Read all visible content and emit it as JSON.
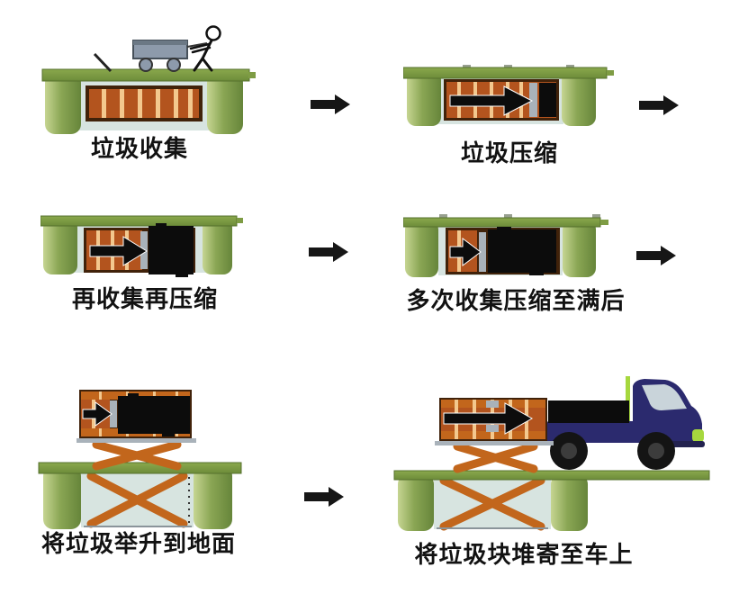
{
  "diagram": {
    "background_color": "#ffffff",
    "steps": [
      {
        "index": 1,
        "label": "垃圾收集"
      },
      {
        "index": 2,
        "label": "垃圾压缩"
      },
      {
        "index": 3,
        "label": "再收集再压缩"
      },
      {
        "index": 4,
        "label": "多次收集压缩至满后"
      },
      {
        "index": 5,
        "label": "将垃圾举升到地面"
      },
      {
        "index": 6,
        "label": "将垃圾块堆寄至车上"
      }
    ],
    "flow_arrow_count": 5,
    "colors": {
      "background": "#ffffff",
      "slab_green": "#7e9c44",
      "slab_edge": "#55702c",
      "post_green_light": "#c6d592",
      "post_green_mid": "#8aa654",
      "post_green_dark": "#66853a",
      "pit_wall": "#d7e4e0",
      "container_frame": "#40220a",
      "container_orange": "#b3541e",
      "container_stripe": "#f3c88e",
      "garbage_black": "#0c0c0c",
      "flow_arrow": "#161616",
      "press_plate_gray": "#a9b2ba",
      "lift_orange": "#c2661c",
      "truck_navy": "#2b2a6e",
      "truck_green": "#a6d83e",
      "windshield_gray": "#c9d4da",
      "cart_gray": "#8d9aab",
      "cart_outline": "#46505a",
      "wheel_black": "#141414",
      "wheel_hub": "#3c3c3c",
      "pit_floor": "#8a949a"
    }
  }
}
